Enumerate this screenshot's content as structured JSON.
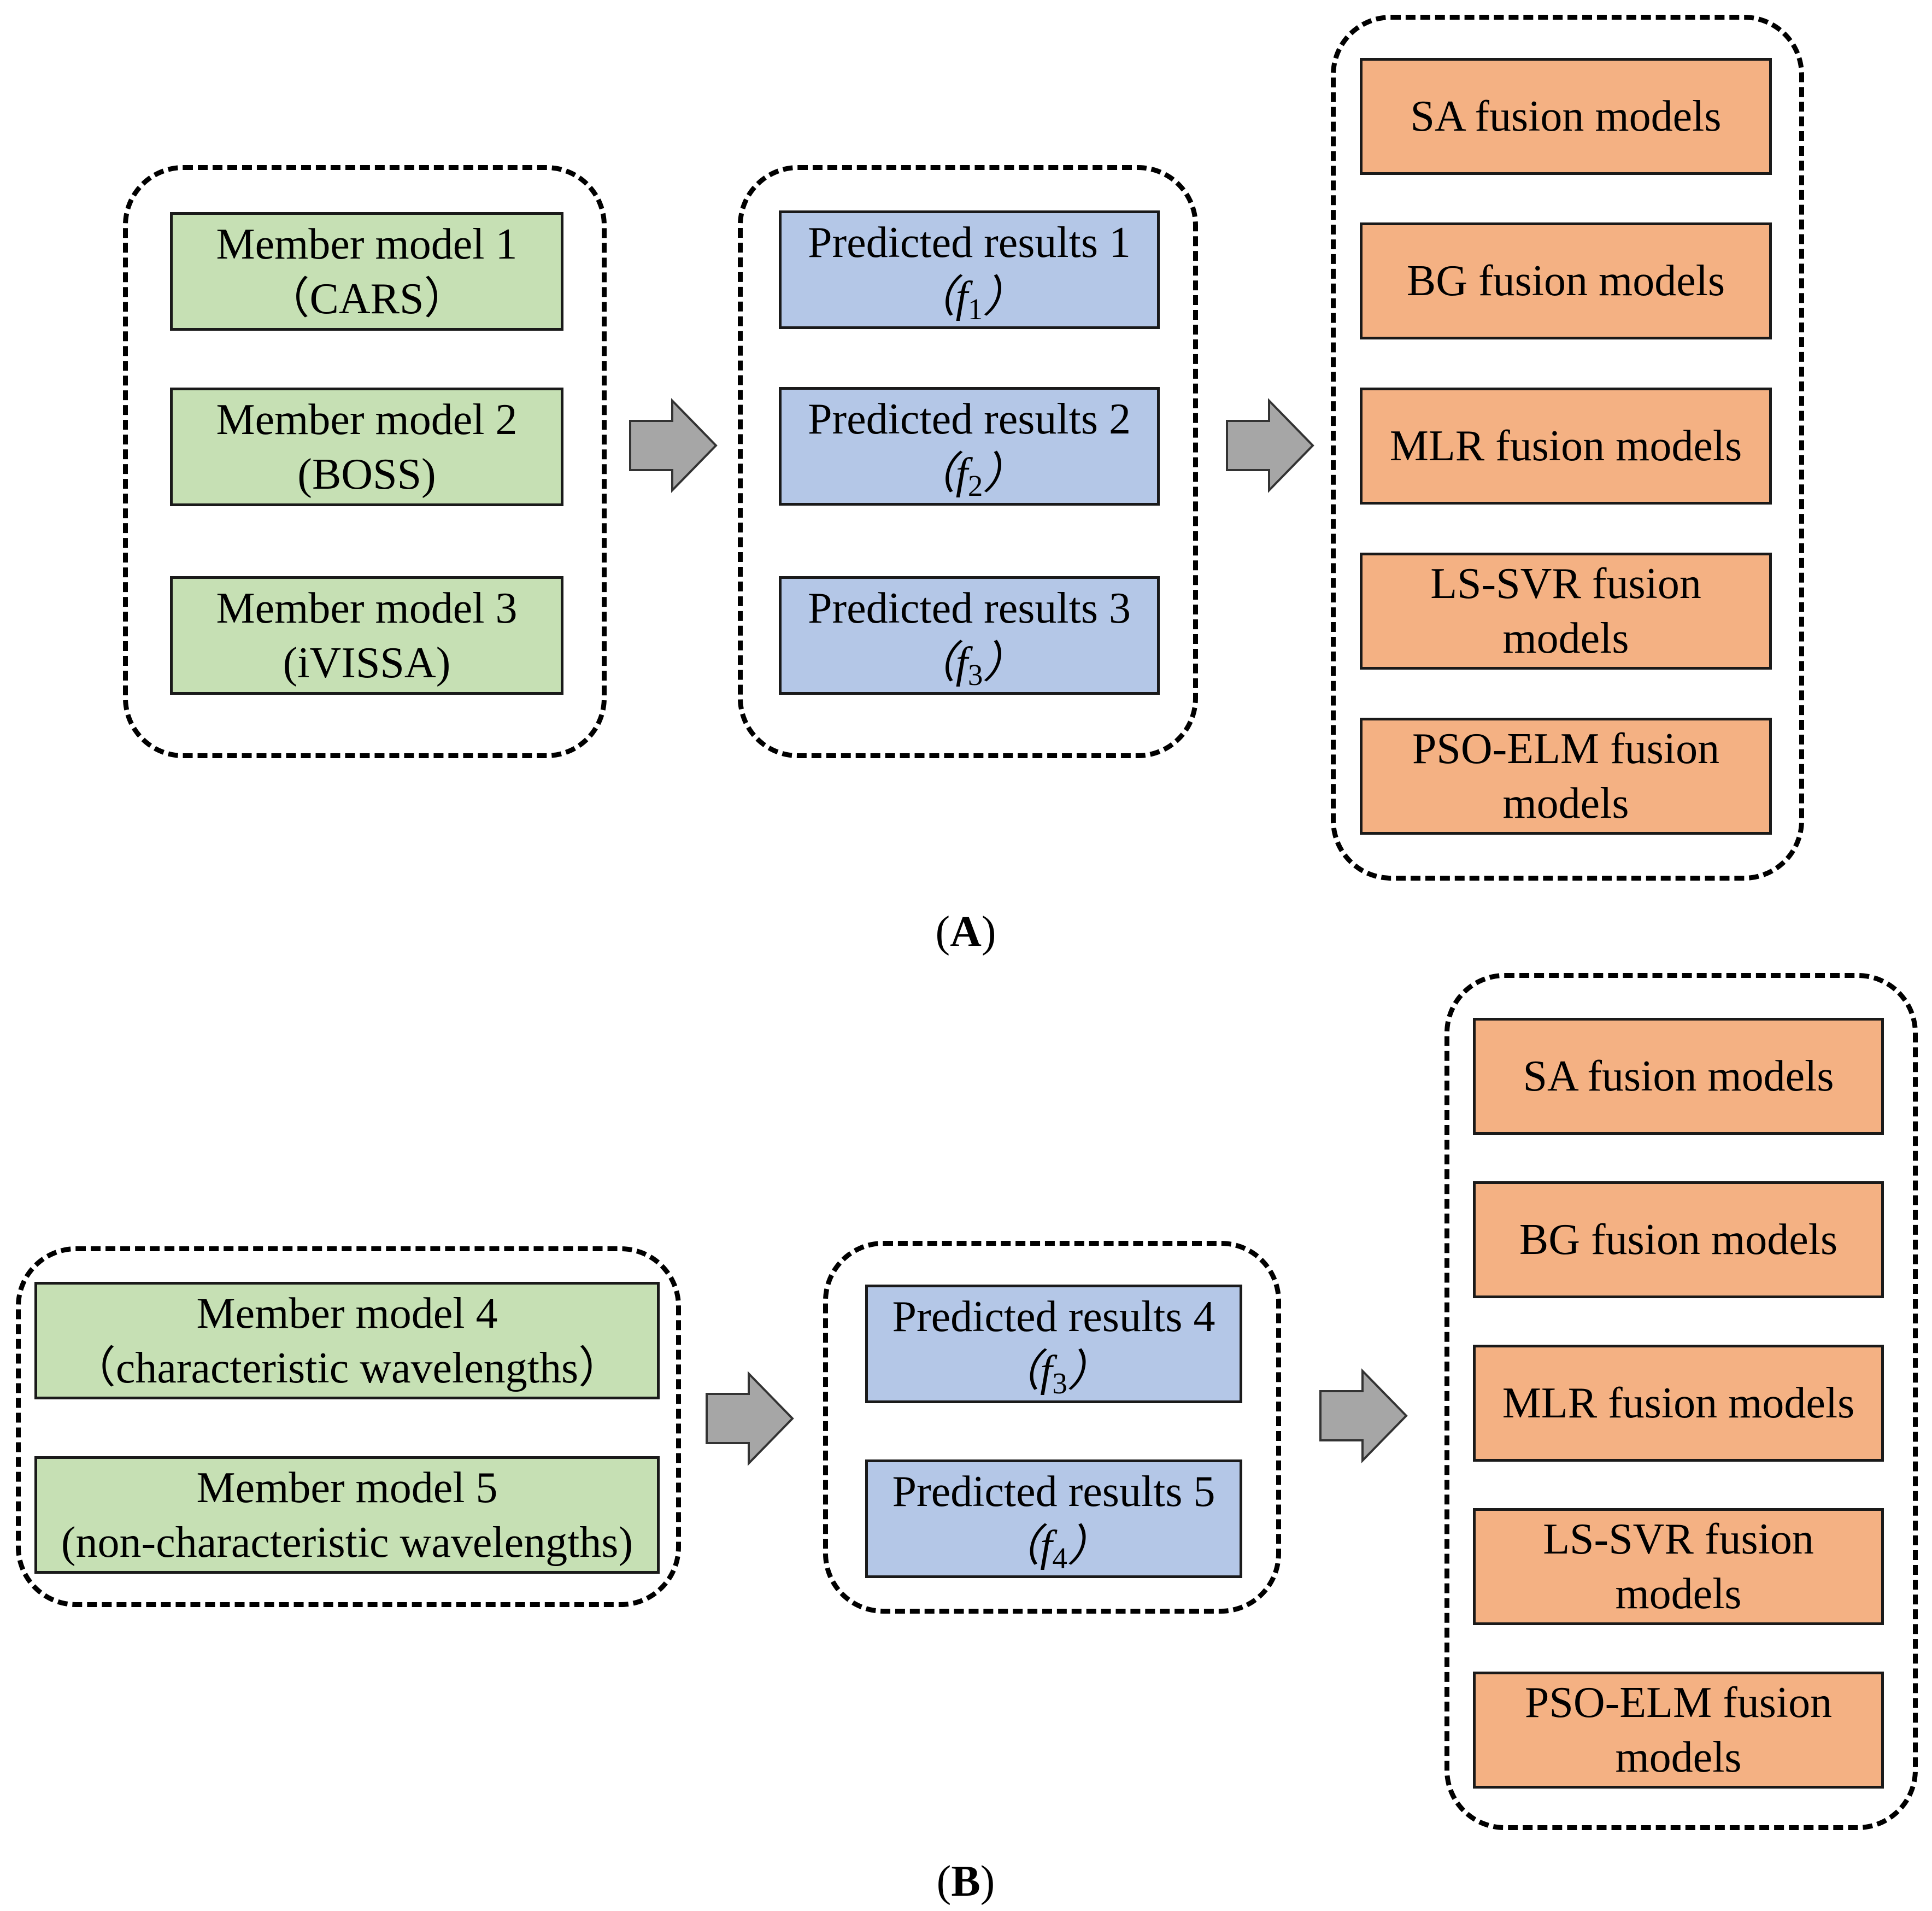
{
  "colors": {
    "member": "#c6e0b4",
    "predicted": "#b4c7e7",
    "fusion": "#f4b183",
    "arrow": "#a6a6a6"
  },
  "panel_a": {
    "label": "A",
    "members": [
      {
        "line1": "Member model 1",
        "line2": "（CARS）"
      },
      {
        "line1": "Member model 2",
        "line2": "(BOSS)"
      },
      {
        "line1": "Member model 3",
        "line2": "(iVISSA)"
      }
    ],
    "predicted": [
      {
        "line1": "Predicted results 1",
        "open": "（",
        "var": "f",
        "sub": "1",
        "close": "）"
      },
      {
        "line1": "Predicted results 2",
        "open": "（",
        "var": "f",
        "sub": "2",
        "close": "）"
      },
      {
        "line1": "Predicted results 3",
        "open": "（",
        "var": "f",
        "sub": "3",
        "close": "）"
      }
    ],
    "fusion": [
      {
        "line1": "SA fusion models",
        "line2": ""
      },
      {
        "line1": "BG fusion models",
        "line2": ""
      },
      {
        "line1": "MLR fusion models",
        "line2": ""
      },
      {
        "line1": "LS-SVR fusion",
        "line2": "models"
      },
      {
        "line1": "PSO-ELM fusion",
        "line2": "models"
      }
    ]
  },
  "panel_b": {
    "label": "B",
    "members": [
      {
        "line1": "Member model 4",
        "line2": "（characteristic wavelengths）"
      },
      {
        "line1": "Member model 5",
        "line2": "(non-characteristic wavelengths)"
      }
    ],
    "predicted": [
      {
        "line1": "Predicted results 4",
        "open": "（",
        "var": "f",
        "sub": "3",
        "close": "）"
      },
      {
        "line1": "Predicted results 5",
        "open": "（",
        "var": "f",
        "sub": "4",
        "close": "）"
      }
    ],
    "fusion": [
      {
        "line1": "SA fusion models",
        "line2": ""
      },
      {
        "line1": "BG fusion models",
        "line2": ""
      },
      {
        "line1": "MLR fusion models",
        "line2": ""
      },
      {
        "line1": "LS-SVR fusion",
        "line2": "models"
      },
      {
        "line1": "PSO-ELM fusion",
        "line2": "models"
      }
    ]
  }
}
